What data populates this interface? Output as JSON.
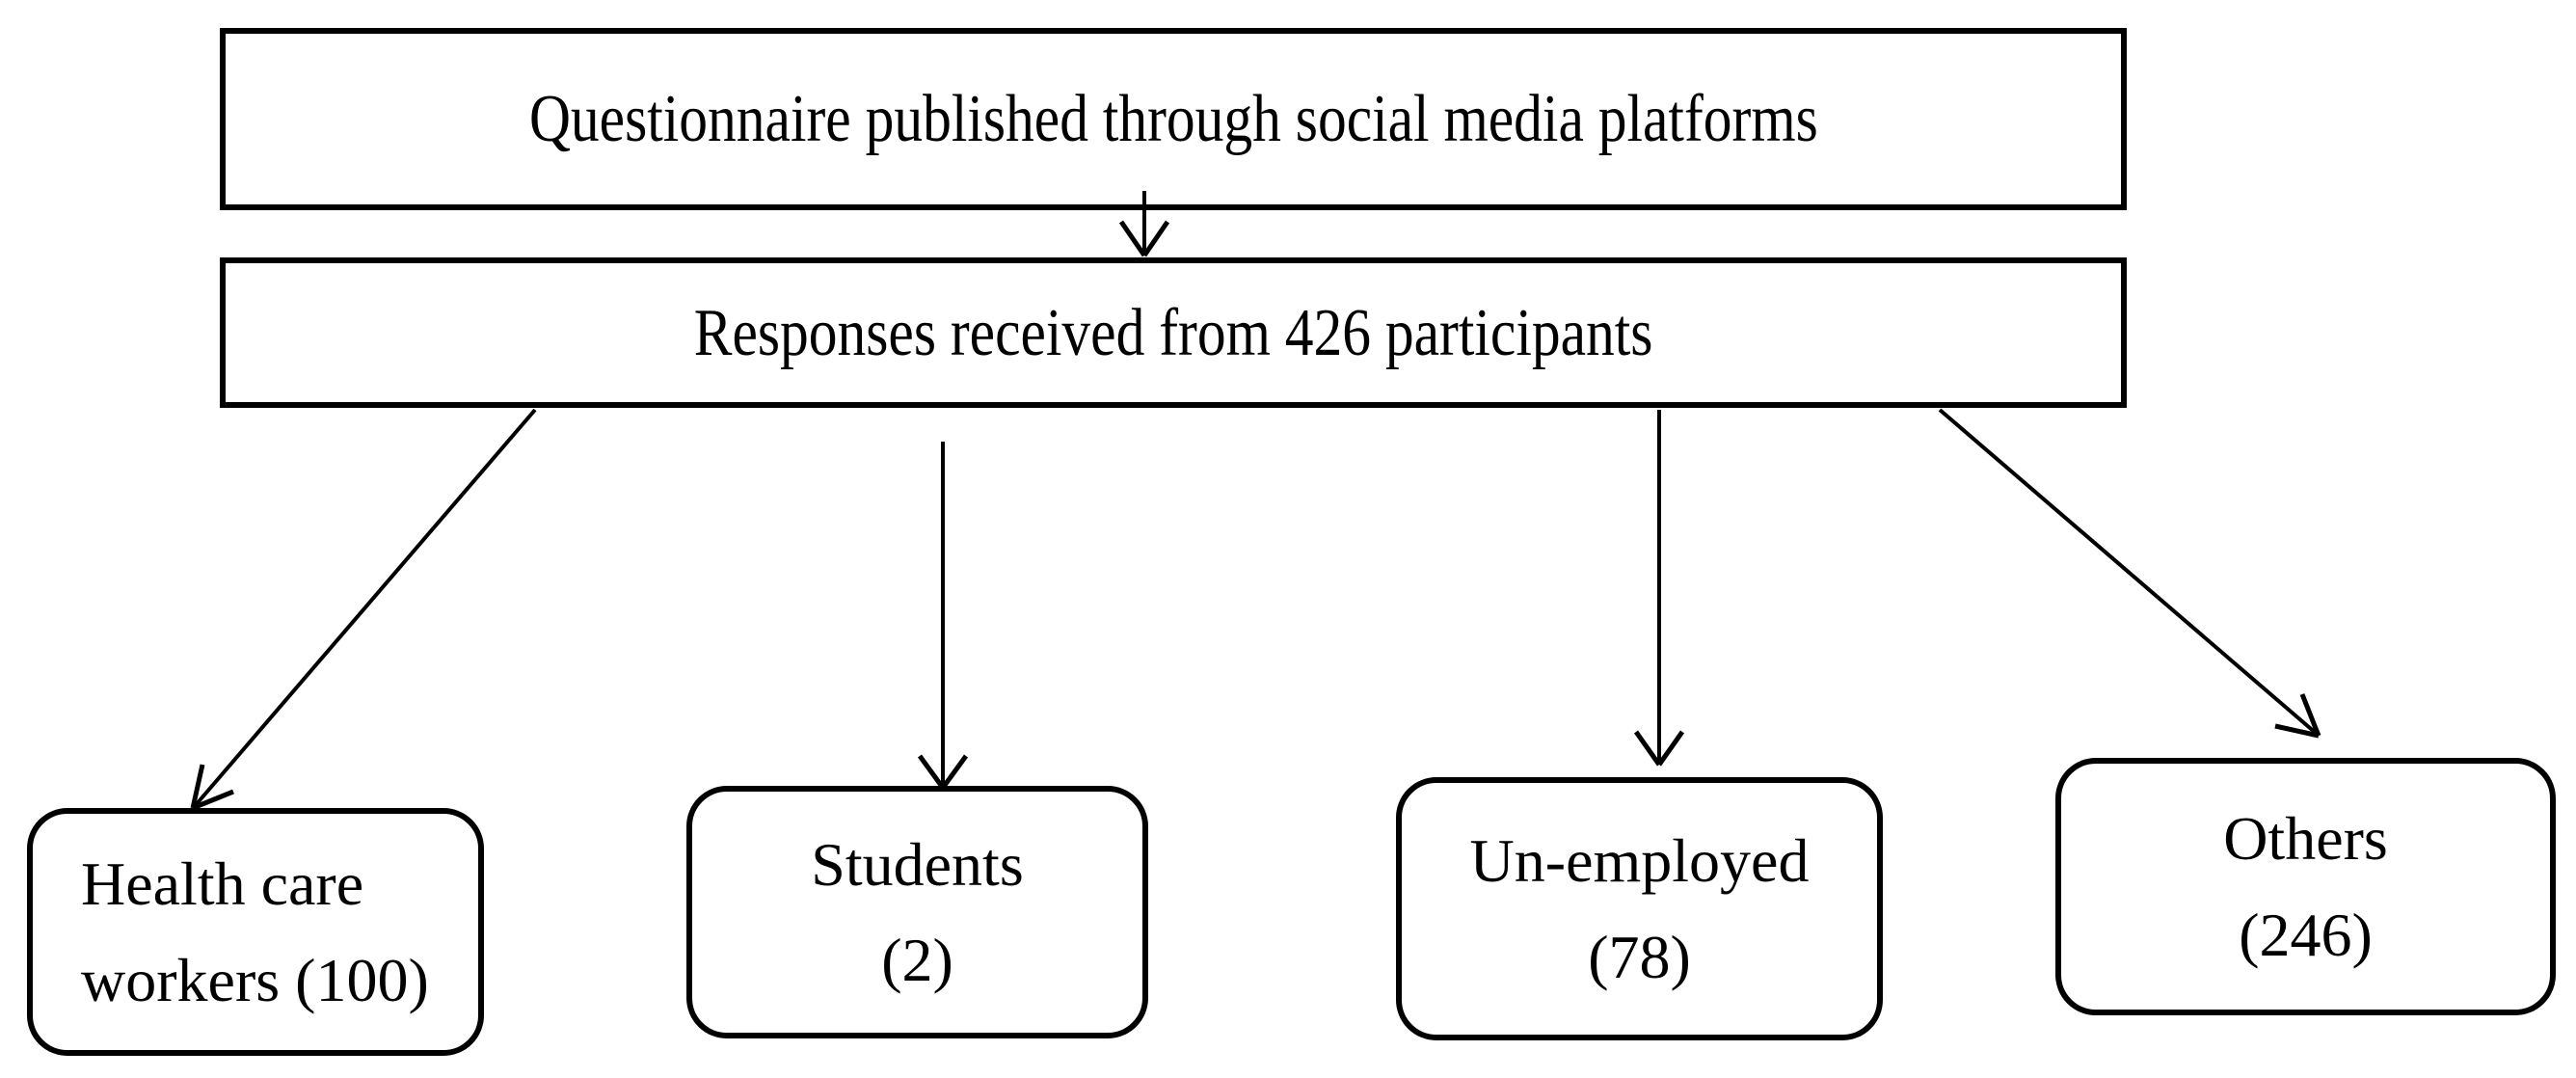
{
  "figure": {
    "background_color": "#ffffff",
    "ink_color": "#000000",
    "description": "Participant recruitment flowchart"
  },
  "flowchart": {
    "top_box": {
      "label": "Questionnaire published through social media platforms"
    },
    "middle_box": {
      "label": "Responses received from 426 participants",
      "total_participants": 426
    },
    "leaf_boxes": [
      {
        "id": "health-care-workers",
        "label": "Health care workers",
        "count": 100,
        "lines": [
          "Health care",
          "workers (100)"
        ]
      },
      {
        "id": "students",
        "label": "Students",
        "count": 2,
        "lines": [
          "Students",
          "(2)"
        ]
      },
      {
        "id": "unemployed",
        "label": "Un-employed",
        "count": 78,
        "lines": [
          "Un-employed",
          "(78)"
        ]
      },
      {
        "id": "others",
        "label": "Others",
        "count": 246,
        "lines": [
          "Others",
          "(246)"
        ]
      }
    ]
  }
}
